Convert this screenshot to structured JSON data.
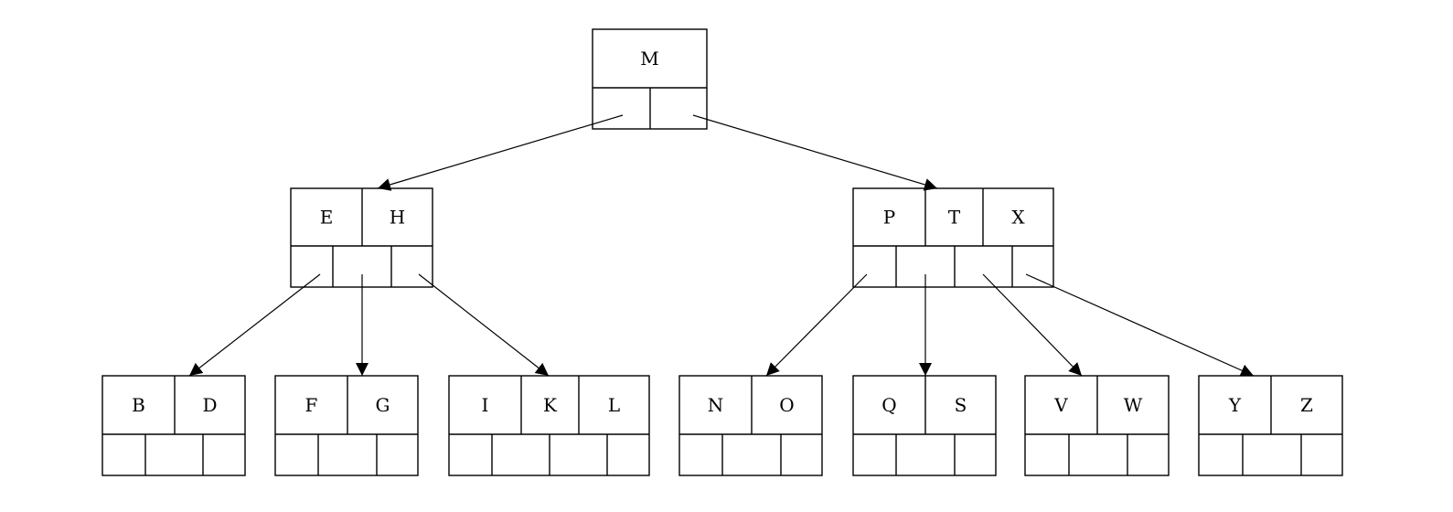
{
  "tree": {
    "nodes": [
      {
        "id": "root",
        "keys": [
          "M"
        ]
      },
      {
        "id": "left",
        "keys": [
          "E",
          "H"
        ]
      },
      {
        "id": "right",
        "keys": [
          "P",
          "T",
          "X"
        ]
      },
      {
        "id": "leaf-1",
        "keys": [
          "B",
          "D"
        ]
      },
      {
        "id": "leaf-2",
        "keys": [
          "F",
          "G"
        ]
      },
      {
        "id": "leaf-3",
        "keys": [
          "I",
          "K",
          "L"
        ]
      },
      {
        "id": "leaf-4",
        "keys": [
          "N",
          "O"
        ]
      },
      {
        "id": "leaf-5",
        "keys": [
          "Q",
          "S"
        ]
      },
      {
        "id": "leaf-6",
        "keys": [
          "V",
          "W"
        ]
      },
      {
        "id": "leaf-7",
        "keys": [
          "Y",
          "Z"
        ]
      }
    ],
    "edges": [
      {
        "from": "root",
        "slot": 0,
        "to": "left"
      },
      {
        "from": "root",
        "slot": 1,
        "to": "right"
      },
      {
        "from": "left",
        "slot": 0,
        "to": "leaf-1"
      },
      {
        "from": "left",
        "slot": 1,
        "to": "leaf-2"
      },
      {
        "from": "left",
        "slot": 2,
        "to": "leaf-3"
      },
      {
        "from": "right",
        "slot": 0,
        "to": "leaf-4"
      },
      {
        "from": "right",
        "slot": 1,
        "to": "leaf-5"
      },
      {
        "from": "right",
        "slot": 2,
        "to": "leaf-6"
      },
      {
        "from": "right",
        "slot": 3,
        "to": "leaf-7"
      }
    ]
  }
}
